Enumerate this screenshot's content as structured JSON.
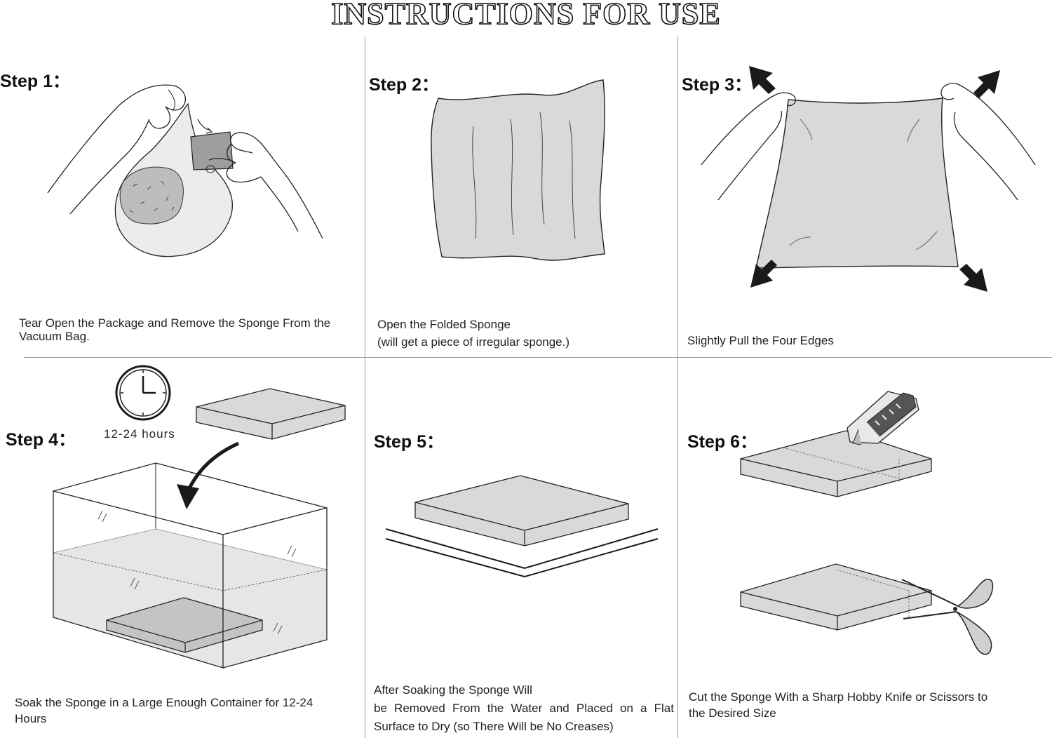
{
  "title": "INSTRUCTIONS FOR USE",
  "colors": {
    "sponge_fill": "#d9d9d9",
    "line": "#1a1a1a",
    "divider": "#9a9a9a"
  },
  "steps": [
    {
      "label": "Step 1：",
      "caption": [
        "Tear Open the Package and Remove the Sponge From the",
        "Vacuum Bag."
      ]
    },
    {
      "label": "Step 2：",
      "caption": [
        "Open the Folded Sponge",
        "(will get a piece of irregular sponge.)"
      ]
    },
    {
      "label": "Step 3：",
      "caption": [
        "Slightly Pull the Four Edges"
      ]
    },
    {
      "label": "Step 4：",
      "caption": [
        "Soak the Sponge in a Large Enough Container for 12-24",
        "Hours"
      ],
      "timer": "12-24 hours"
    },
    {
      "label": "Step 5：",
      "caption": [
        "After Soaking the Sponge Will",
        "be Removed From the Water and Placed on a Flat",
        "Surface to Dry (so There Will be No Creases)"
      ]
    },
    {
      "label": "Step 6：",
      "caption": [
        "Cut the Sponge With a Sharp Hobby Knife or Scissors to",
        "the Desired Size"
      ]
    }
  ]
}
